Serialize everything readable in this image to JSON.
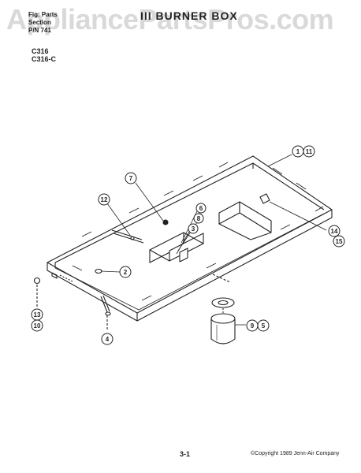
{
  "watermark": "AppliancePartsPros.com",
  "header": {
    "line1": "Fig: Parts",
    "line2": "Section",
    "line3": "P/N 741",
    "title": "III BURNER BOX"
  },
  "models": [
    "C316",
    "C316-C"
  ],
  "callouts": [
    {
      "id": "callout-11",
      "labels": [
        "1",
        "11"
      ]
    },
    {
      "id": "callout-7",
      "labels": [
        "7"
      ]
    },
    {
      "id": "callout-12",
      "labels": [
        "12"
      ]
    },
    {
      "id": "callout-6",
      "labels": [
        "6"
      ]
    },
    {
      "id": "callout-8",
      "labels": [
        "8"
      ]
    },
    {
      "id": "callout-3",
      "labels": [
        "3"
      ]
    },
    {
      "id": "callout-2",
      "labels": [
        "2"
      ]
    },
    {
      "id": "callout-14",
      "labels": [
        "14"
      ]
    },
    {
      "id": "callout-15",
      "labels": [
        "15"
      ]
    },
    {
      "id": "callout-13",
      "labels": [
        "13"
      ]
    },
    {
      "id": "callout-10",
      "labels": [
        "10"
      ]
    },
    {
      "id": "callout-4",
      "labels": [
        "4"
      ]
    },
    {
      "id": "callout-9-5",
      "labels": [
        "9",
        "5"
      ]
    }
  ],
  "footer": {
    "page": "3-1",
    "copyright": "©Copyright 1989 Jenn-Air Company"
  }
}
